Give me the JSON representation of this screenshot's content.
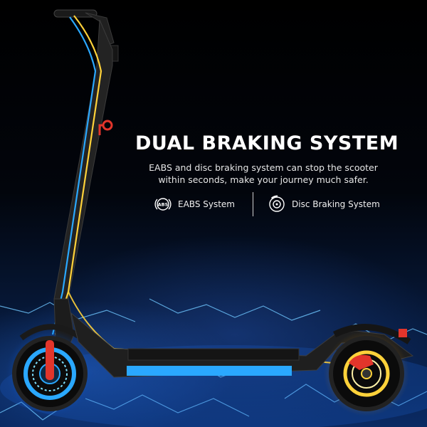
{
  "headline": "DUAL BRAKING SYSTEM",
  "subline": {
    "line1": "EABS and disc braking system can stop the scooter",
    "line2": "within seconds, make your journey much safer."
  },
  "features": [
    {
      "label": "EABS System",
      "icon_text": "ABS",
      "icon": "abs-icon"
    },
    {
      "label": "Disc Braking System",
      "icon": "disc-brake-icon"
    }
  ],
  "colors": {
    "background": "#000000",
    "text": "#ffffff",
    "accent_blue": "#2aa8ff",
    "accent_yellow": "#ffd23a",
    "accent_red": "#e2352b"
  }
}
